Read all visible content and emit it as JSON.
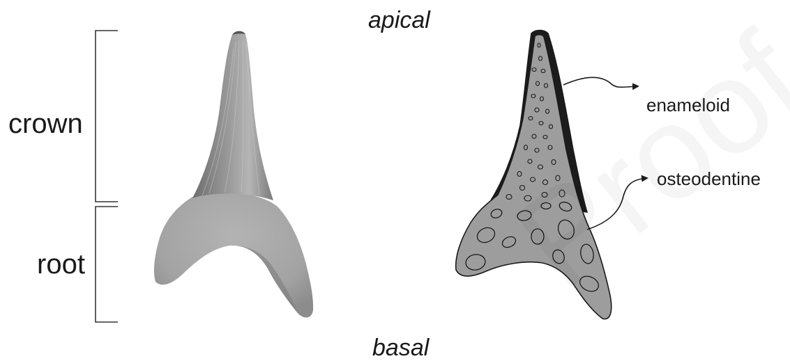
{
  "orientation": {
    "top_label": "apical",
    "bottom_label": "basal"
  },
  "photo_regions": {
    "crown_label": "crown",
    "root_label": "root"
  },
  "tissue_labels": {
    "enameloid": "enameloid",
    "osteodentine": "osteodentine"
  },
  "watermark_text": "Proof",
  "colors": {
    "enameloid_fill": "#1c1c1c",
    "osteodentine_fill": "#9d9d9d",
    "outline": "#1a1a1a",
    "photo_tooth": "#8e8e8e",
    "photo_root": "#a9a9a9"
  }
}
